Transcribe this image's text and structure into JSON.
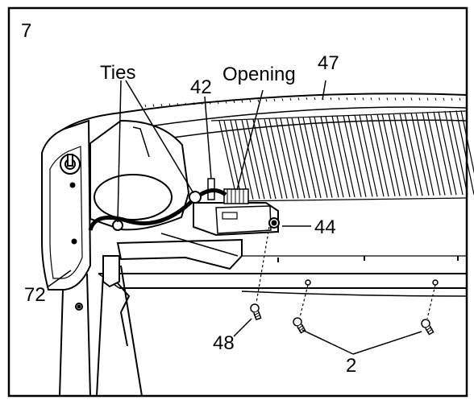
{
  "step_number": "7",
  "labels": {
    "ties": "Ties",
    "opening": "Opening",
    "part_42": "42",
    "part_47": "47",
    "part_44": "44",
    "part_72": "72",
    "part_48": "48",
    "part_2": "2"
  }
}
